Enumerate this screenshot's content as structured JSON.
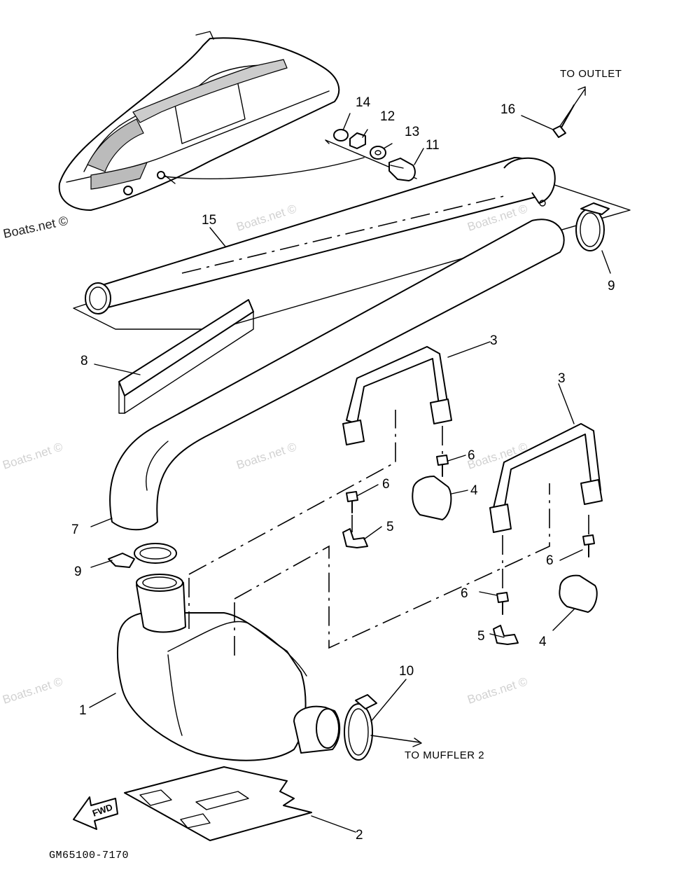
{
  "diagram": {
    "watermark": "Boats.net ©",
    "code": "GM65100-7170",
    "fwd": "FWD",
    "captions": {
      "to_outlet": "TO OUTLET",
      "to_muffler": "TO MUFFLER 2"
    },
    "callouts": {
      "c1": "1",
      "c2": "2",
      "c3a": "3",
      "c3b": "3",
      "c4a": "4",
      "c4b": "4",
      "c5a": "5",
      "c5b": "5",
      "c6a": "6",
      "c6b": "6",
      "c6c": "6",
      "c6d": "6",
      "c7": "7",
      "c8": "8",
      "c9a": "9",
      "c9b": "9",
      "c10": "10",
      "c11": "11",
      "c12": "12",
      "c13": "13",
      "c14": "14",
      "c15": "15",
      "c16": "16"
    }
  }
}
